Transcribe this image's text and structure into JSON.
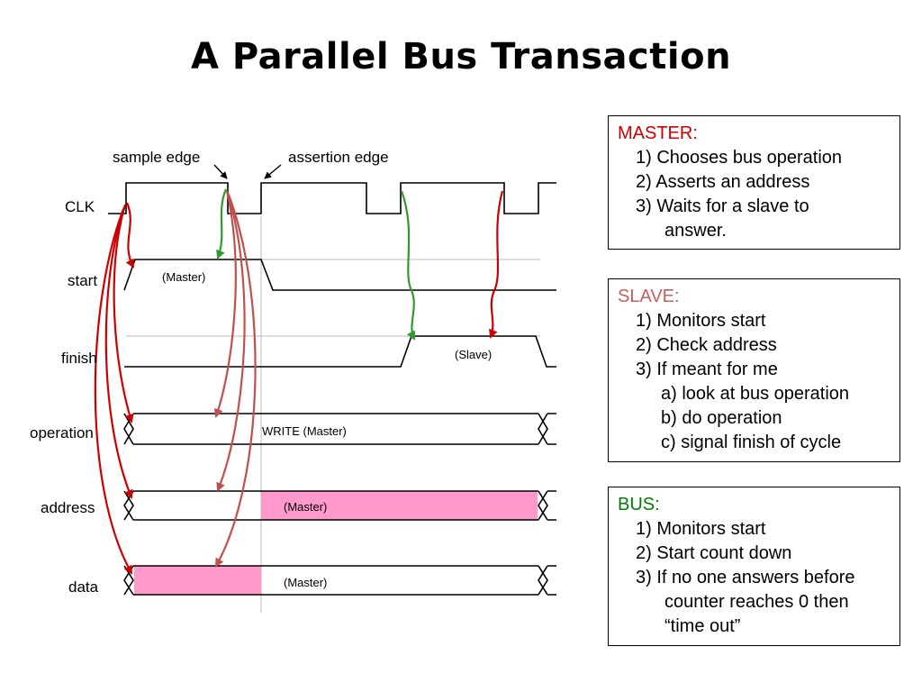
{
  "title": "A Parallel Bus Transaction",
  "timing": {
    "edge_labels": {
      "sample": "sample edge",
      "assertion": "assertion edge"
    },
    "signals": {
      "clk": "CLK",
      "start": "start",
      "finish": "finish",
      "operation": "operation",
      "address": "address",
      "data": "data"
    },
    "values": {
      "start": "(Master)",
      "finish": "(Slave)",
      "operation": "WRITE (Master)",
      "address": "(Master)",
      "data": "(Master)"
    }
  },
  "master": {
    "heading": "MASTER:",
    "items": [
      "1) Chooses bus operation",
      "2) Asserts an address",
      "3) Waits for a slave to",
      "answer."
    ]
  },
  "slave": {
    "heading": "SLAVE:",
    "items": [
      "1) Monitors start",
      "2) Check address",
      "3) If meant for me",
      "a) look at bus operation",
      "b) do operation",
      "c) signal finish of cycle"
    ]
  },
  "bus": {
    "heading": "BUS:",
    "items": [
      "1) Monitors start",
      "2) Start count down",
      "3) If no one answers before",
      "counter reaches 0 then",
      "“time out”"
    ]
  },
  "colors": {
    "master_heading": "#cc0000",
    "slave_heading": "#cd5c5c",
    "bus_heading": "#008000",
    "highlight": "#ff99cc",
    "arrow_red": "#cc0000",
    "arrow_pink": "#c0504d",
    "arrow_green": "#2e9a2e"
  }
}
